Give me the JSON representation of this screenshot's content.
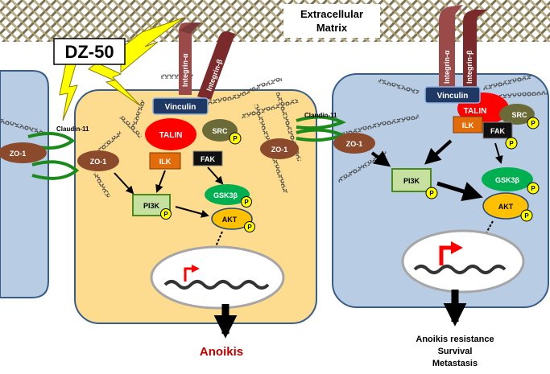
{
  "ecm": {
    "line1": "Extracellular",
    "line2": "Matrix"
  },
  "drug": "DZ-50",
  "left_cell": {
    "integrin_alpha": "Integrin-α",
    "integrin_beta": "Integrin-β",
    "vinculin": "Vinculin",
    "talin": "TALIN",
    "src": "SRC",
    "ilk": "ILK",
    "fak": "FAK",
    "pi3k": "PI3K",
    "gsk3b": "GSK3β",
    "akt": "AKT",
    "zo1_left": "ZO-1",
    "zo1_right": "ZO-1",
    "outcome": "Anoikis"
  },
  "far_left": {
    "zo1": "ZO-1"
  },
  "claudin_left": "Claudin-11",
  "claudin_right": "Claudin-11",
  "right_cell": {
    "integrin_alpha": "Integrin-α",
    "integrin_beta": "Integrin-β",
    "vinculin": "Vinculin",
    "talin": "TALIN",
    "src": "SRC",
    "ilk": "ILK",
    "fak": "FAK",
    "pi3k": "PI3K",
    "gsk3b": "GSK3β",
    "akt": "AKT",
    "zo1": "ZO-1",
    "outcomes": [
      "Anoikis resistance",
      "Survival",
      "Metastasis"
    ]
  },
  "phospho": "P",
  "colors": {
    "cell_left": "#fddc8f",
    "cell_right": "#b8cce4",
    "talin": "#ff0000",
    "vinculin": "#1f3864",
    "zo1": "#8b4a2b",
    "src": "#6b6b3a",
    "ilk": "#e36c0a",
    "fak": "#111111",
    "pi3k": "#92d050",
    "gsk3b": "#00b050",
    "akt": "#ffc000",
    "integrin_alpha": "#9b4a4a",
    "integrin_beta": "#7a2a2a",
    "lightning": "#ffff00",
    "claudin": "#1a8a1a",
    "anoikis_text": "#c00000"
  }
}
